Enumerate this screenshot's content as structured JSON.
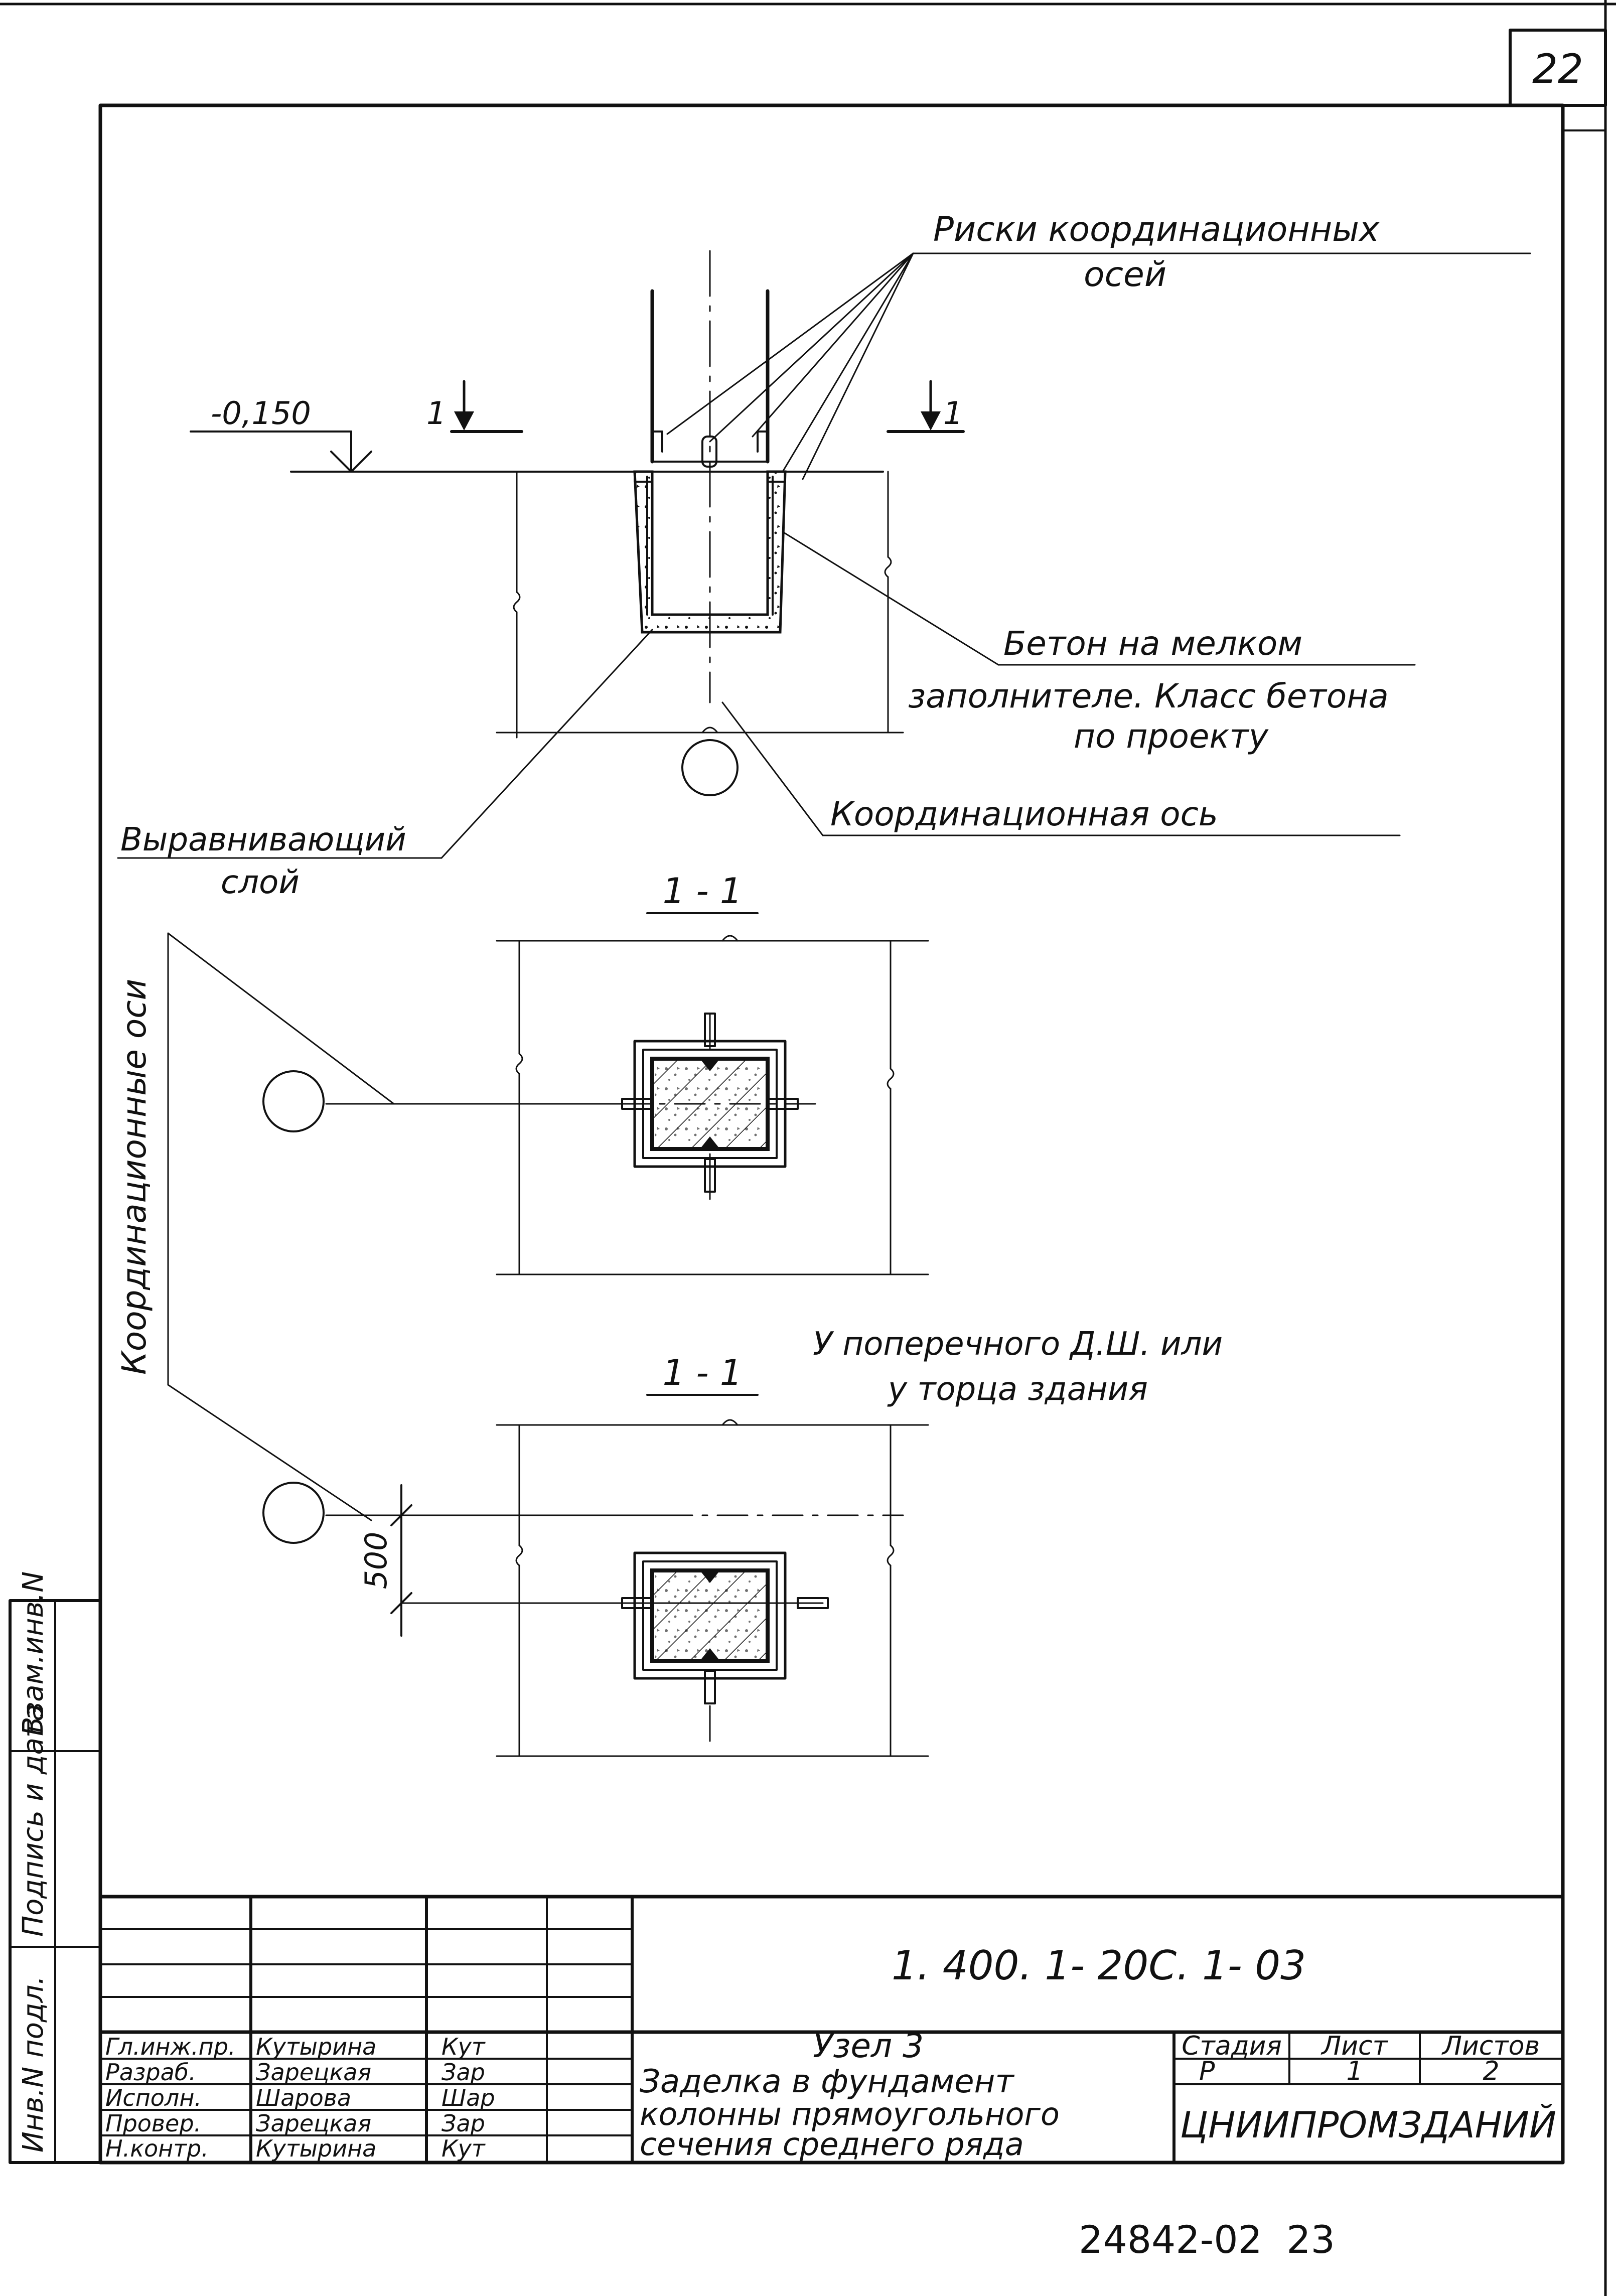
{
  "sheet_number": "22",
  "page_footer": "24842-02  23",
  "drawing": {
    "elevation": "-0,150",
    "section_mark": "1",
    "labels": {
      "axis_marks_line1": "Риски  координационных",
      "axis_marks_line2": "осей",
      "concrete_line1": "Бетон на мелком",
      "concrete_line2": "заполнителе. Класс бетона",
      "concrete_line3": "по проекту",
      "coord_axis": "Координационная ось",
      "leveling_line1": "Выравнивающий",
      "leveling_line2": "слой",
      "coord_axes_vertical": "Координационные оси",
      "section_1_title": "1 - 1",
      "section_2_title": "1 - 1",
      "note_line1": "У поперечного  Д.Ш.  или",
      "note_line2": "у торца здания",
      "dim_500": "500"
    }
  },
  "side_stamp": {
    "inv_podl": "Инв.N подл.",
    "signature_date": "Подпись и дата",
    "vzam_inv": "Взам.инв.N"
  },
  "title_block": {
    "document_code": "1. 400. 1- 20С. 1- 03",
    "title_line1": "Узел 3",
    "title_line2": "Заделка в фундамент",
    "title_line3": "колонны прямоугольного",
    "title_line4": "сечения среднего ряда",
    "stage_header": "Стадия",
    "sheet_header": "Лист",
    "sheets_header": "Листов",
    "stage_value": "Р",
    "sheet_value": "1",
    "sheets_value": "2",
    "organization": "ЦНИИПРОМЗДАНИЙ",
    "roles": [
      {
        "role": "Гл.инж.пр.",
        "name": "Кутырина",
        "signature": "Кут"
      },
      {
        "role": "Разраб.",
        "name": "Зарецкая",
        "signature": "Зар"
      },
      {
        "role": "Исполн.",
        "name": "Шарова",
        "signature": "Шар"
      },
      {
        "role": "Провер.",
        "name": "Зарецкая",
        "signature": "Зар"
      },
      {
        "role": "Н.контр.",
        "name": "Кутырина",
        "signature": "Кут"
      }
    ]
  }
}
